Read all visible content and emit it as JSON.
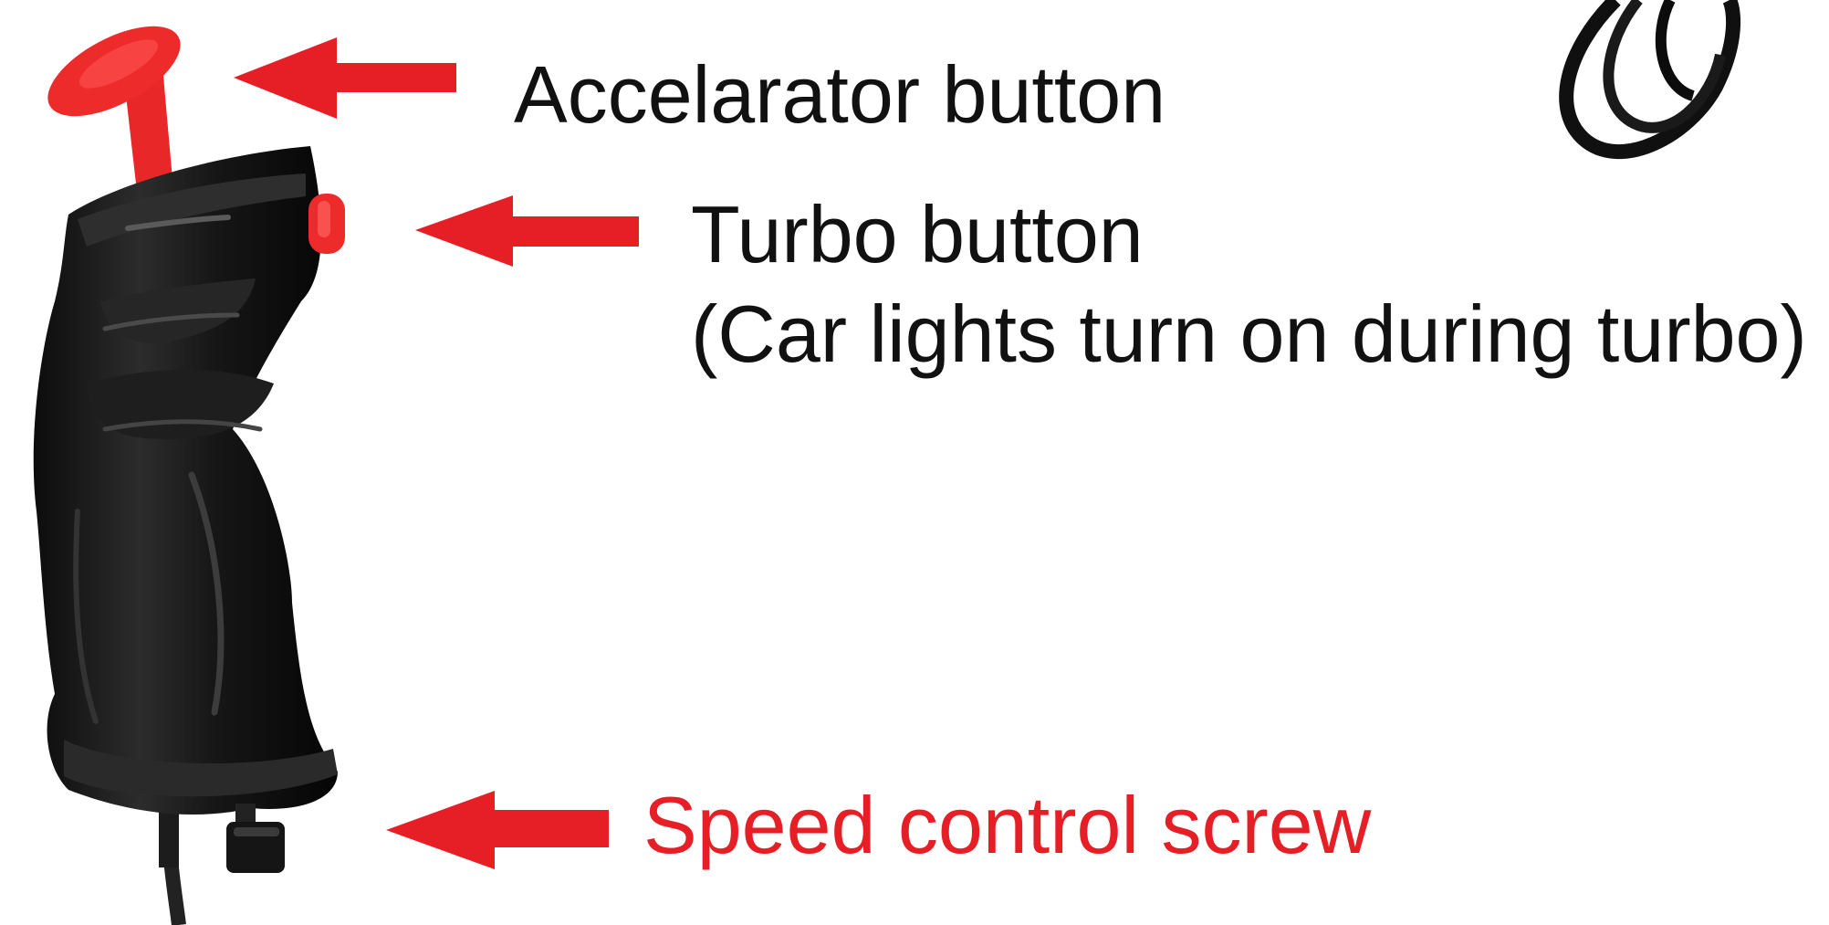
{
  "colors": {
    "arrow": "#e61e25",
    "accent_text": "#e61e25",
    "label_text": "#111111",
    "controller_body": "#141414",
    "controller_highlight": "#3a3a3a",
    "button_red": "#ee2b2b"
  },
  "labels": {
    "accelerator": "Accelarator button",
    "turbo": "Turbo button",
    "turbo_note": "(Car lights turn on during turbo)",
    "speed_screw": "Speed control screw"
  },
  "icons": {
    "arrow": "left-arrow-icon",
    "cable": "cable-coil-icon",
    "controller": "hand-controller-icon"
  }
}
